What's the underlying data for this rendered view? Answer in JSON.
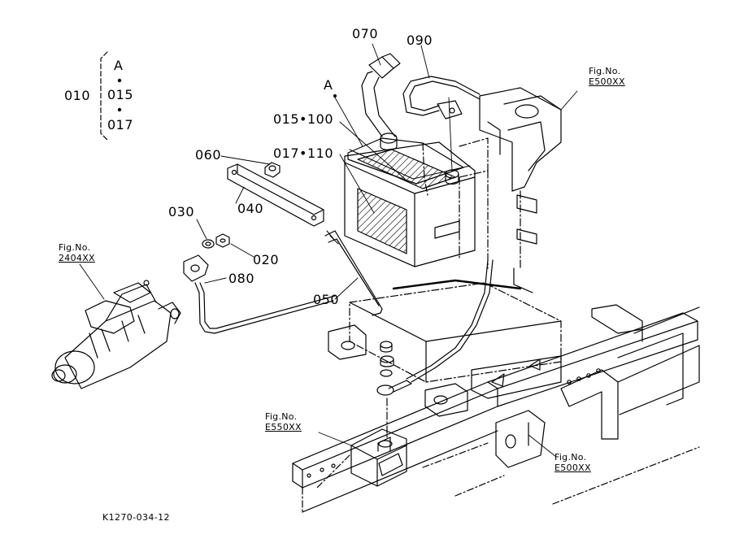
{
  "legend": {
    "main_label": "010",
    "items": [
      "A",
      "015",
      "017"
    ]
  },
  "parts": {
    "p070": "070",
    "p090": "090",
    "pA": "A",
    "p015_100": "015•100",
    "p017_110": "017•110",
    "p060": "060",
    "p030": "030",
    "p040": "040",
    "p020": "020",
    "p080": "080",
    "p050": "050"
  },
  "fig_refs": [
    {
      "title": "Fig.No.",
      "code": "E500XX"
    },
    {
      "title": "Fig.No.",
      "code": "2404XX"
    },
    {
      "title": "Fig.No.",
      "code": "E550XX"
    },
    {
      "title": "Fig.No.",
      "code": "E500XX"
    }
  ],
  "drawing_code": "K1270-034-12"
}
